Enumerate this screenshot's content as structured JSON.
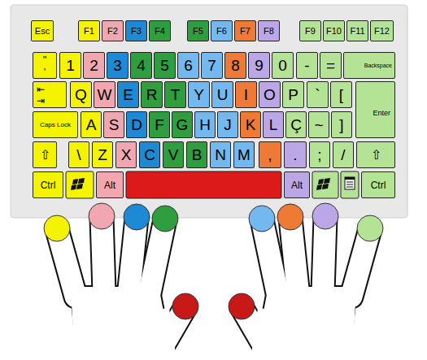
{
  "diagram": {
    "nodes": [
      {
        "text": [
          "Esc"
        ]
      },
      {
        "text": [
          "F1"
        ]
      },
      {
        "text": [
          "F2"
        ]
      },
      {
        "text": [
          "F3"
        ]
      },
      {
        "text": [
          "F4"
        ]
      },
      {
        "text": [
          "F5"
        ]
      },
      {
        "text": [
          "F6"
        ]
      },
      {
        "text": [
          "F7"
        ]
      },
      {
        "text": [
          "F8"
        ]
      },
      {
        "text": [
          "F9"
        ]
      },
      {
        "text": [
          "F10"
        ]
      },
      {
        "text": [
          "F11"
        ]
      },
      {
        "text": [
          "F12"
        ]
      },
      {
        "text": [
          "\"",
          "'"
        ]
      },
      {
        "text": [
          "1"
        ]
      },
      {
        "text": [
          "2"
        ]
      },
      {
        "text": [
          "3"
        ]
      },
      {
        "text": [
          "4"
        ]
      },
      {
        "text": [
          "5"
        ]
      },
      {
        "text": [
          "6"
        ]
      },
      {
        "text": [
          "7"
        ]
      },
      {
        "text": [
          "8"
        ]
      },
      {
        "text": [
          "9"
        ]
      },
      {
        "text": [
          "0"
        ]
      },
      {
        "text": [
          "-"
        ]
      },
      {
        "text": [
          "="
        ]
      },
      {
        "text": [
          "Backspace"
        ]
      },
      {
        "text": [
          "⇤",
          "⇥"
        ]
      },
      {
        "text": [
          "Q"
        ]
      },
      {
        "text": [
          "W"
        ]
      },
      {
        "text": [
          "E"
        ]
      },
      {
        "text": [
          "R"
        ]
      },
      {
        "text": [
          "T"
        ]
      },
      {
        "text": [
          "Y"
        ]
      },
      {
        "text": [
          "U"
        ]
      },
      {
        "text": [
          "I"
        ]
      },
      {
        "text": [
          "O"
        ]
      },
      {
        "text": [
          "P"
        ]
      },
      {
        "text": [
          "`"
        ]
      },
      {
        "text": [
          "["
        ]
      },
      {
        "text": [
          "Enter"
        ]
      },
      {
        "text": [
          "Caps Lock"
        ]
      },
      {
        "text": [
          "A"
        ]
      },
      {
        "text": [
          "S"
        ]
      },
      {
        "text": [
          "D"
        ]
      },
      {
        "text": [
          "F"
        ]
      },
      {
        "text": [
          "G"
        ]
      },
      {
        "text": [
          "H"
        ]
      },
      {
        "text": [
          "J"
        ]
      },
      {
        "text": [
          "K"
        ]
      },
      {
        "text": [
          "L"
        ]
      },
      {
        "text": [
          "Ç"
        ]
      },
      {
        "text": [
          "~"
        ]
      },
      {
        "text": [
          "]"
        ]
      },
      {
        "text": [
          "⇧"
        ]
      },
      {
        "text": [
          "\\"
        ]
      },
      {
        "text": [
          "Z"
        ]
      },
      {
        "text": [
          "X"
        ]
      },
      {
        "text": [
          "C"
        ]
      },
      {
        "text": [
          "V"
        ]
      },
      {
        "text": [
          "B"
        ]
      },
      {
        "text": [
          "N"
        ]
      },
      {
        "text": [
          "M"
        ]
      },
      {
        "text": [
          ","
        ]
      },
      {
        "text": [
          "."
        ]
      },
      {
        "text": [
          ";"
        ]
      },
      {
        "text": [
          "/"
        ]
      },
      {
        "text": [
          "⇧"
        ]
      },
      {
        "text": [
          "Ctrl"
        ]
      },
      {
        "text": [
          "Alt"
        ]
      },
      {
        "text": [
          "Alt"
        ]
      },
      {
        "text": [
          "Ctrl"
        ]
      }
    ]
  }
}
